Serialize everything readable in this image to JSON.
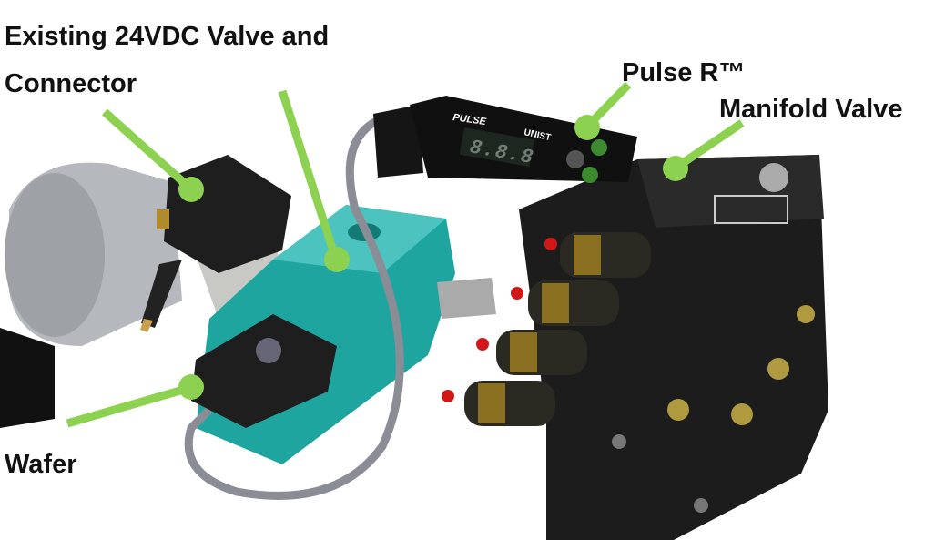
{
  "labels": {
    "valve_connector_line1": "Existing 24VDC Valve and",
    "valve_connector_line2": "Connector",
    "pulse": "Pulse R™",
    "manifold": "Manifold Valve",
    "wafer": "Wafer"
  },
  "device_text": {
    "brand": "PULSE",
    "logo": "UNIST",
    "display": "8.8.8"
  },
  "colors": {
    "callout": "#8cd14f",
    "valve_body": "#1fa5a0",
    "manifold": "#1c1c1c",
    "cable": "#8a8d96"
  }
}
